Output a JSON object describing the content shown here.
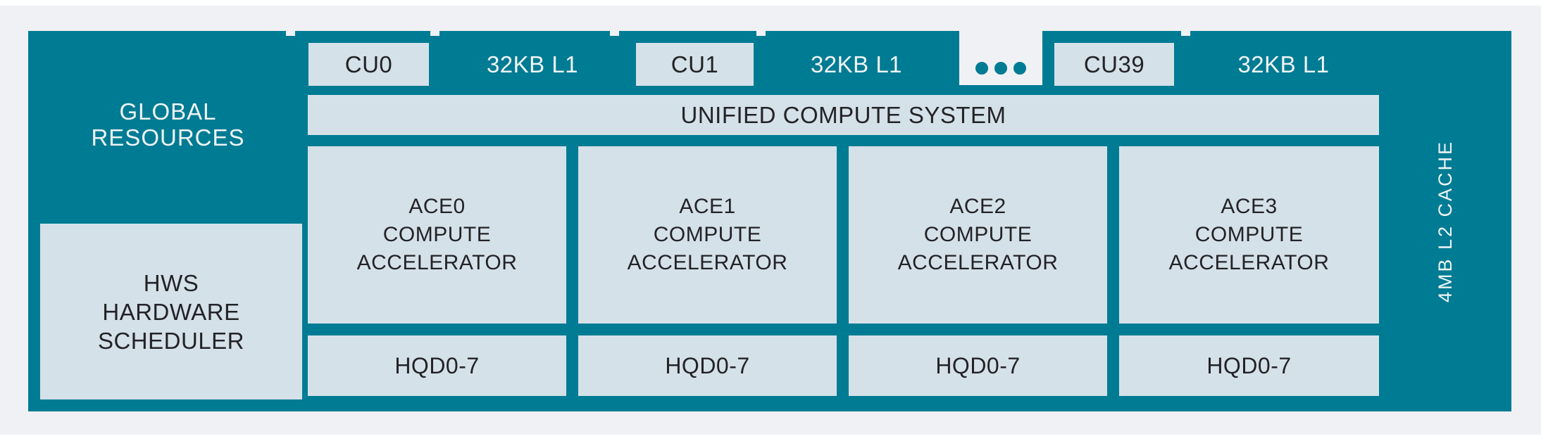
{
  "colors": {
    "teal": "#007b94",
    "box_fill": "#d5e1e8",
    "panel_bg": "#eff1f4",
    "dark_text": "#232327",
    "light_text": "#f0f5f6"
  },
  "left_column": {
    "title_lines": [
      "GLOBAL",
      "RESOURCES"
    ],
    "scheduler_lines": [
      "HWS",
      "HARDWARE",
      "SCHEDULER"
    ]
  },
  "cu_row": {
    "cu0": "CU0",
    "l1_0": "32KB L1",
    "cu1": "CU1",
    "l1_1": "32KB L1",
    "ellipsis": "•••",
    "cu39": "CU39",
    "l1_2": "32KB L1"
  },
  "unified_bar": {
    "label": "UNIFIED COMPUTE SYSTEM"
  },
  "aces": [
    {
      "name": "ACE0",
      "line2": "COMPUTE",
      "line3": "ACCELERATOR",
      "hqd": "HQD0-7"
    },
    {
      "name": "ACE1",
      "line2": "COMPUTE",
      "line3": "ACCELERATOR",
      "hqd": "HQD0-7"
    },
    {
      "name": "ACE2",
      "line2": "COMPUTE",
      "line3": "ACCELERATOR",
      "hqd": "HQD0-7"
    },
    {
      "name": "ACE3",
      "line2": "COMPUTE",
      "line3": "ACCELERATOR",
      "hqd": "HQD0-7"
    }
  ],
  "l2_cache": {
    "label": "4MB L2 CACHE"
  }
}
